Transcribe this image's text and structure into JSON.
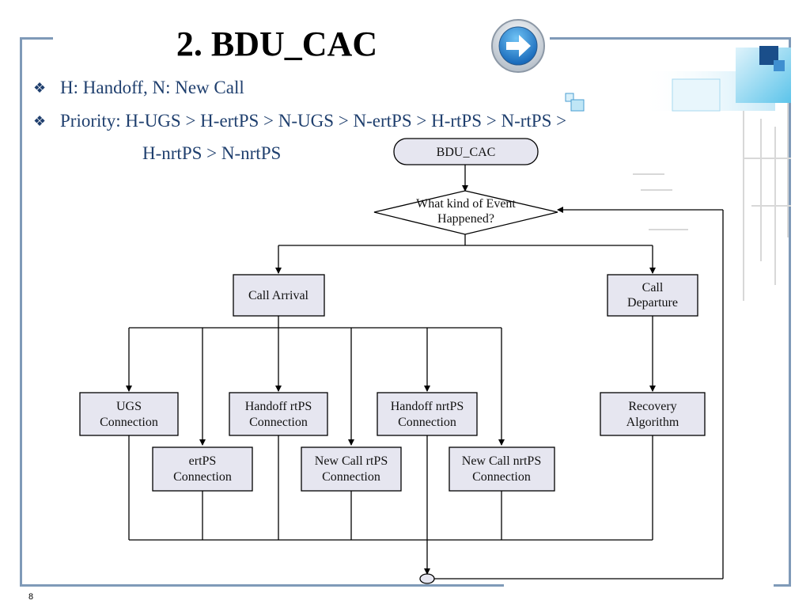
{
  "slide": {
    "title": "2. BDU_CAC",
    "bullets": [
      {
        "text": "H: Handoff, N: New Call"
      },
      {
        "text": "Priority: H-UGS > H-ertPS > N-UGS > N-ertPS > H-rtPS > N-rtPS >"
      },
      {
        "text": "H-nrtPS > N-nrtPS"
      }
    ],
    "page_number": "8"
  },
  "colors": {
    "frame": "#7f9ab8",
    "bullet_text": "#1f3f6e",
    "box_fill": "#e6e6f0",
    "line": "#000000"
  },
  "flowchart": {
    "start": "BDU_CAC",
    "decision": {
      "line1": "What kind of Event",
      "line2": "Happened?"
    },
    "call_arrival": "Call Arrival",
    "call_departure": {
      "line1": "Call",
      "line2": "Departure"
    },
    "recovery": {
      "line1": "Recovery",
      "line2": "Algorithm"
    },
    "ugs": {
      "line1": "UGS",
      "line2": "Connection"
    },
    "ertps": {
      "line1": "ertPS",
      "line2": "Connection"
    },
    "handoff_rtps": {
      "line1": "Handoff rtPS",
      "line2": "Connection"
    },
    "newcall_rtps": {
      "line1": "New Call rtPS",
      "line2": "Connection"
    },
    "handoff_nrtps": {
      "line1": "Handoff nrtPS",
      "line2": "Connection"
    },
    "newcall_nrtps": {
      "line1": "New Call nrtPS",
      "line2": "Connection"
    }
  }
}
